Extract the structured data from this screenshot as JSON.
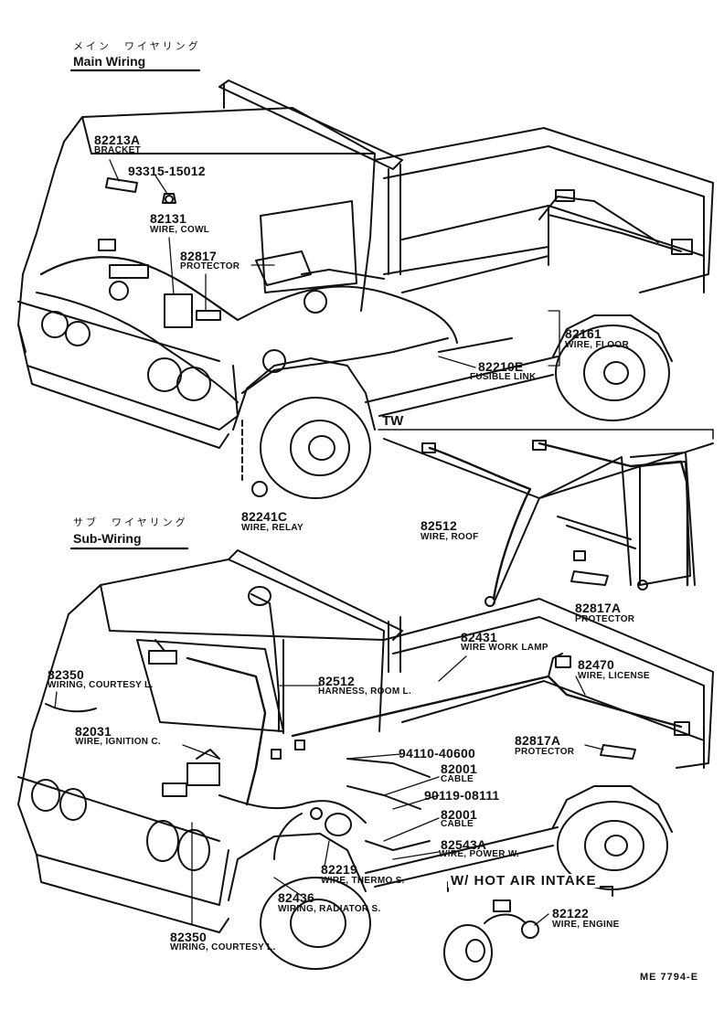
{
  "main_section": {
    "jp_title": "メイン　ワイヤリング",
    "title": "Main Wiring"
  },
  "sub_section": {
    "jp_title": "サブ　ワイヤリング",
    "title": "Sub-Wiring"
  },
  "tw_label": "TW",
  "hot_air_label": "W/ HOT AIR INTAKE",
  "footer_code": "ME 7794-E",
  "callouts": [
    {
      "part": "82213A",
      "desc": "BRACKET"
    },
    {
      "part": "93315-15012",
      "desc": ""
    },
    {
      "part": "82131",
      "desc": "WIRE, COWL"
    },
    {
      "part": "82817",
      "desc": "PROTECTOR"
    },
    {
      "part": "82161",
      "desc": "WIRE, FLOOR"
    },
    {
      "part": "82210E",
      "desc": "FUSIBLE LINK"
    },
    {
      "part": "82241C",
      "desc": "WIRE, RELAY"
    },
    {
      "part": "82512",
      "desc": "WIRE, ROOF"
    },
    {
      "part": "82817A",
      "desc": "PROTECTOR"
    },
    {
      "part": "82431",
      "desc": "WIRE WORK LAMP"
    },
    {
      "part": "82470",
      "desc": "WIRE, LICENSE"
    },
    {
      "part": "82350",
      "desc": "WIRING, COURTESY L."
    },
    {
      "part": "82512",
      "desc": "HARNESS, ROOM L."
    },
    {
      "part": "82031",
      "desc": "WIRE, IGNITION C."
    },
    {
      "part": "82817A",
      "desc": "PROTECTOR"
    },
    {
      "part": "94110-40600",
      "desc": ""
    },
    {
      "part": "82001",
      "desc": "CABLE"
    },
    {
      "part": "90119-08111",
      "desc": ""
    },
    {
      "part": "82001",
      "desc": "CABLE"
    },
    {
      "part": "82543A",
      "desc": "WIRE, POWER W."
    },
    {
      "part": "82219",
      "desc": "WIRE, THERMO S."
    },
    {
      "part": "82436",
      "desc": "WIRING, RADIATOR S."
    },
    {
      "part": "82122",
      "desc": "WIRE, ENGINE"
    },
    {
      "part": "82350",
      "desc": "WIRING, COURTESY L."
    }
  ]
}
